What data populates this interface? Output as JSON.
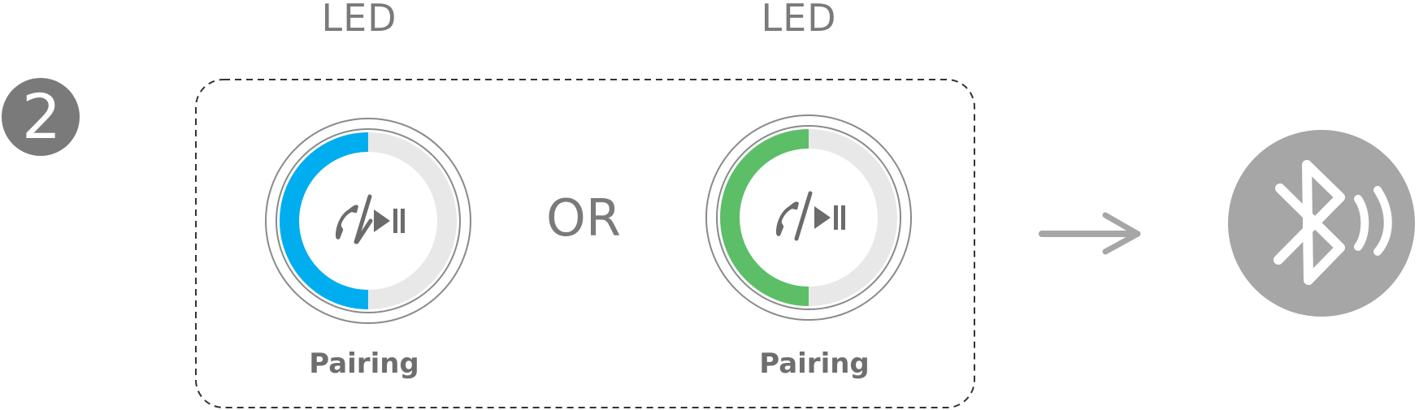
{
  "step": {
    "number": "2"
  },
  "led_label_left": "LED",
  "led_label_right": "LED",
  "or_label": "OR",
  "button_left": {
    "label": "Pairing",
    "led_color": "#00adef",
    "icon": "phone-play-pause-icon"
  },
  "button_right": {
    "label": "Pairing",
    "led_color": "#5cbf68",
    "icon": "phone-play-pause-icon"
  },
  "arrow_icon": "right-arrow-icon",
  "result_icon": "bluetooth-broadcast-icon",
  "colors": {
    "gray_icon": "#a6a6a6",
    "dark_gray": "#7a7a7a",
    "ring_gray": "#e8e8e8"
  }
}
